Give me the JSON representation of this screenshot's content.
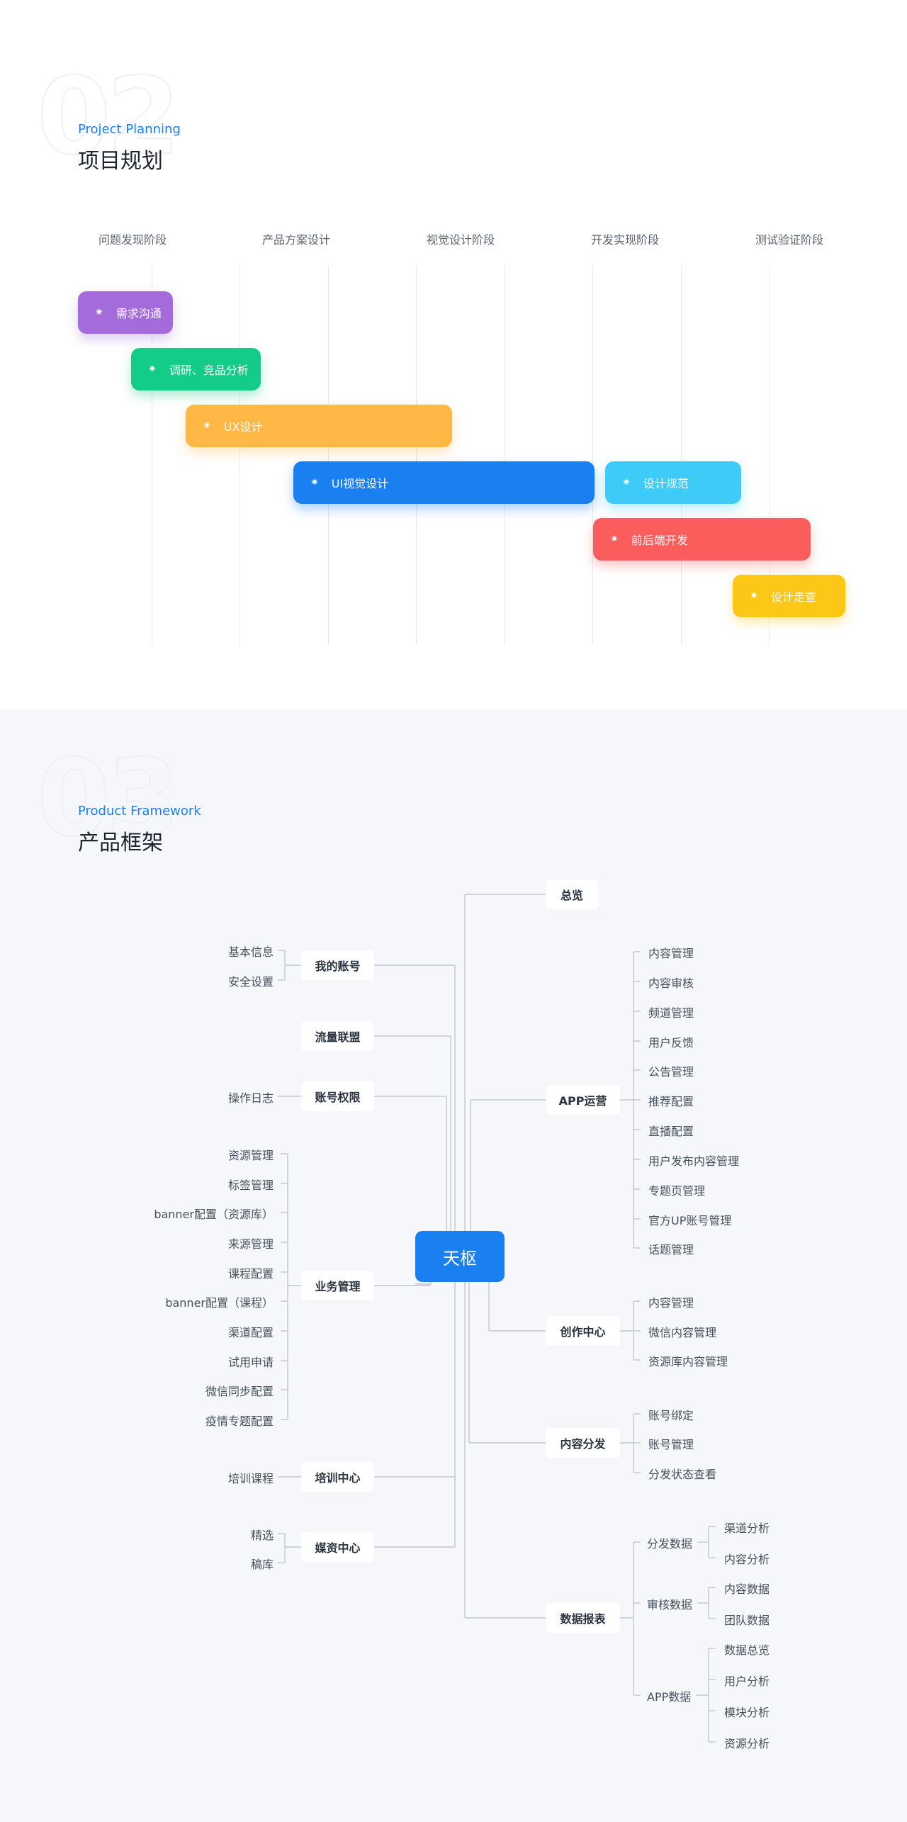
{
  "section1": {
    "number": "02",
    "subtitle": "Project Planning",
    "title": "项目规划",
    "phases": [
      "问题发现阶段",
      "产品方案设计",
      "视觉设计阶段",
      "开发实现阶段",
      "测试验证阶段"
    ],
    "tasks": [
      {
        "label": "需求沟通",
        "color": "#a46cdb"
      },
      {
        "label": "调研、竞品分析",
        "color": "#12cc88"
      },
      {
        "label": "UX设计",
        "color": "#ffb845"
      },
      {
        "label": "UI视觉设计",
        "color": "#1a7ff0"
      },
      {
        "label": "设计规范",
        "color": "#3dcbf7"
      },
      {
        "label": "前后端开发",
        "color": "#fb5c5c"
      },
      {
        "label": "设计走查",
        "color": "#fdc717"
      }
    ]
  },
  "section2": {
    "number": "03",
    "subtitle": "Product Framework",
    "title": "产品框架",
    "root": "天枢",
    "left": {
      "my_account": {
        "label": "我的账号",
        "items": [
          "基本信息",
          "安全设置"
        ]
      },
      "traffic": {
        "label": "流量联盟",
        "items": []
      },
      "permission": {
        "label": "账号权限",
        "items": [
          "操作日志"
        ]
      },
      "business": {
        "label": "业务管理",
        "items": [
          "资源管理",
          "标签管理",
          "banner配置（资源库）",
          "来源管理",
          "课程配置",
          "banner配置（课程）",
          "渠道配置",
          "试用申请",
          "微信同步配置",
          "疫情专题配置"
        ]
      },
      "training": {
        "label": "培训中心",
        "items": [
          "培训课程"
        ]
      },
      "media": {
        "label": "媒资中心",
        "items": [
          "精选",
          "稿库"
        ]
      }
    },
    "right": {
      "overview": {
        "label": "总览",
        "items": []
      },
      "app_ops": {
        "label": "APP运营",
        "items": [
          "内容管理",
          "内容审核",
          "频道管理",
          "用户反馈",
          "公告管理",
          "推荐配置",
          "直播配置",
          "用户发布内容管理",
          "专题页管理",
          "官方UP账号管理",
          "话题管理"
        ]
      },
      "creation": {
        "label": "创作中心",
        "items": [
          "内容管理",
          "微信内容管理",
          "资源库内容管理"
        ]
      },
      "distribution": {
        "label": "内容分发",
        "items": [
          "账号绑定",
          "账号管理",
          "分发状态查看"
        ]
      },
      "reports": {
        "label": "数据报表",
        "groups": [
          {
            "label": "分发数据",
            "items": [
              "渠道分析",
              "内容分析"
            ]
          },
          {
            "label": "审核数据",
            "items": [
              "内容数据",
              "团队数据"
            ]
          },
          {
            "label": "APP数据",
            "items": [
              "数据总览",
              "用户分析",
              "模块分析",
              "资源分析"
            ]
          }
        ]
      }
    }
  }
}
